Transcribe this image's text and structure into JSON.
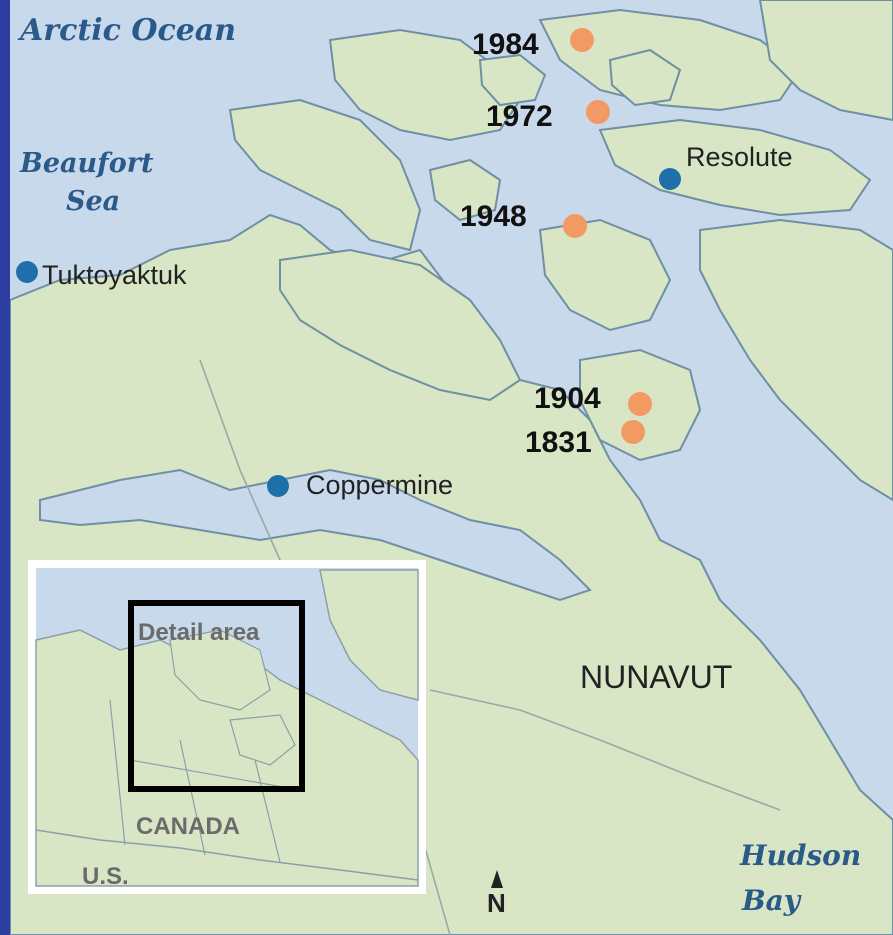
{
  "water_labels": {
    "arctic_ocean": "Arctic Ocean",
    "beaufort_line1": "Beaufort",
    "beaufort_line2": "Sea",
    "hudson_line1": "Hudson",
    "hudson_line2": "Bay"
  },
  "expedition_years": [
    "1984",
    "1972",
    "1948",
    "1904",
    "1831"
  ],
  "places": {
    "resolute": "Resolute",
    "tuktoyaktuk": "Tuktoyaktuk",
    "coppermine": "Coppermine"
  },
  "region": "NUNAVUT",
  "inset": {
    "detail_area": "Detail area",
    "canada": "CANADA",
    "us": "U.S."
  },
  "compass": "N",
  "colors": {
    "water": "#c9d9ec",
    "land": "#d8e6c6",
    "expedition_dot": "#f39a64",
    "town_dot": "#1f6fa8",
    "background": "#2c3fa0"
  }
}
